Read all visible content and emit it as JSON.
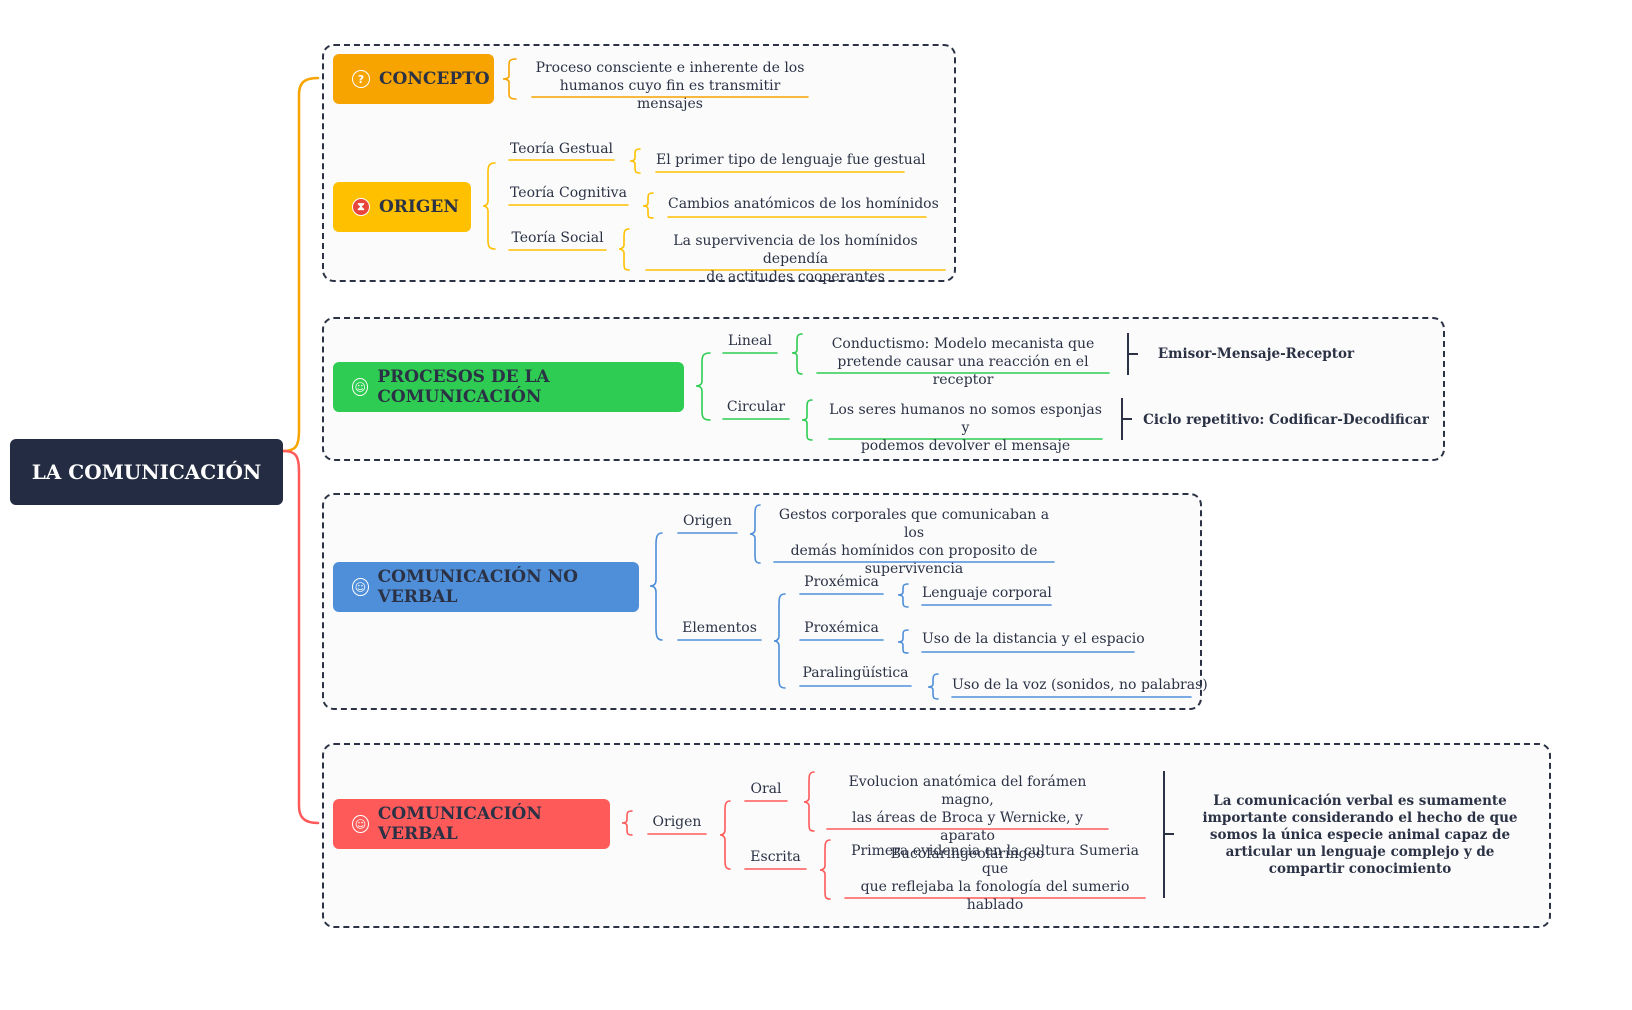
{
  "root": {
    "title": "LA COMUNICACIÓN"
  },
  "colors": {
    "root": "#232c42",
    "concepto": "#f7a400",
    "origen": "#ffc000",
    "procesos": "#2ecc52",
    "no_verbal": "#4f8fd9",
    "verbal": "#ff5a5a",
    "dashed_frame": "#2b3245"
  },
  "concepto": {
    "label": "CONCEPTO",
    "icon": "question-icon",
    "text": "Proceso consciente e inherente de los\nhumanos cuyo fin es transmitir mensajes"
  },
  "origen": {
    "label": "ORIGEN",
    "icon": "hourglass-icon",
    "items": [
      {
        "label": "Teoría Gestual",
        "detail": "El primer tipo de lenguaje fue gestual"
      },
      {
        "label": "Teoría Cognitiva",
        "detail": "Cambios anatómicos de los homínidos"
      },
      {
        "label": "Teoría Social",
        "detail": "La supervivencia de los homínidos dependía\nde actitudes cooperantes"
      }
    ]
  },
  "procesos": {
    "label": "PROCESOS DE LA COMUNICACIÓN",
    "icon": "people-icon",
    "items": [
      {
        "label": "Lineal",
        "detail": "Conductismo: Modelo mecanista que\npretende causar una reacción en el receptor",
        "summary": "Emisor-Mensaje-Receptor"
      },
      {
        "label": "Circular",
        "detail": "Los seres humanos no somos esponjas y\npodemos devolver el mensaje",
        "summary": "Ciclo repetitivo: Codificar-Decodificar"
      }
    ]
  },
  "no_verbal": {
    "label": "COMUNICACIÓN NO VERBAL",
    "icon": "person-icon",
    "origen_label": "Origen",
    "origen_detail": "Gestos corporales que comunicaban a los\ndemás homínidos con proposito de\nsupervivencia",
    "elementos_label": "Elementos",
    "elementos": [
      {
        "label": "Proxémica",
        "detail": "Lenguaje corporal"
      },
      {
        "label": "Proxémica",
        "detail": "Uso de la distancia y el espacio"
      },
      {
        "label": "Paralingüística",
        "detail": "Uso de la voz (sonidos, no palabras)"
      }
    ]
  },
  "verbal": {
    "label": "COMUNICACIÓN VERBAL",
    "icon": "person-icon",
    "origen_label": "Origen",
    "items": [
      {
        "label": "Oral",
        "detail": "Evolucion anatómica del forámen magno,\nlas áreas de Broca y Wernicke, y aparato\nBucofaringeolaríngeo"
      },
      {
        "label": "Escrita",
        "detail": "Primera evidencia en la cultura Sumeria que\nque reflejaba la fonología del sumerio\nhablado"
      }
    ],
    "summary": "La comunicación verbal es sumamente\nimportante considerando el hecho de que\nsomos la única especie animal capaz de\narticular un lenguaje complejo y de\ncompartir conocimiento"
  }
}
